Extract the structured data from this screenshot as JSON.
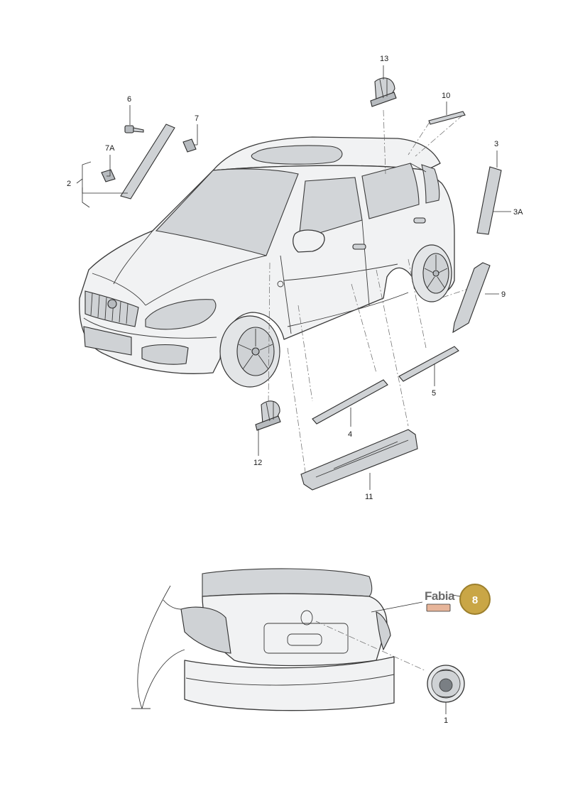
{
  "callouts": {
    "c1": "1",
    "c2": "2",
    "c3": "3",
    "c3a": "3A",
    "c4": "4",
    "c5": "5",
    "c6": "6",
    "c7": "7",
    "c7a": "7A",
    "c8": "8",
    "c9": "9",
    "c10": "10",
    "c11": "11",
    "c12": "12",
    "c13": "13"
  },
  "badge_logo_text": "Fabia",
  "colors": {
    "highlight_badge": "#c9a646",
    "highlight_badge_border": "#9c7f2c",
    "line": "#2a2a2a",
    "part_fill": "#cfd2d5",
    "body_fill": "#f1f2f3"
  }
}
